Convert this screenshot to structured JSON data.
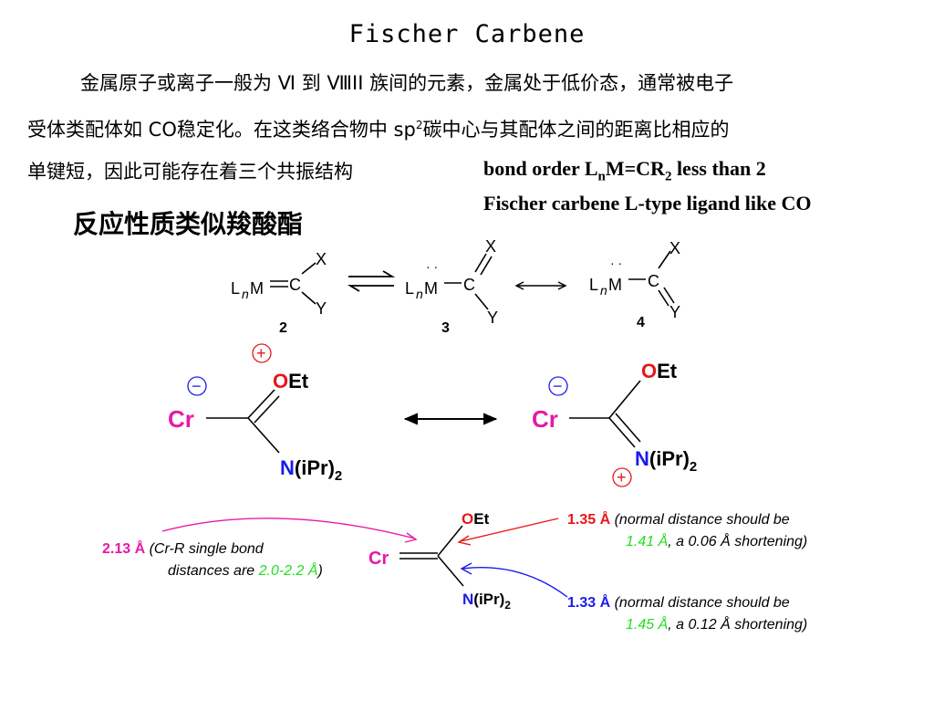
{
  "title": "Fischer Carbene",
  "paragraph": [
    "金属原子或离子一般为 Ⅵ 到 ⅧII 族间的元素，金属处于低价态，通常被电子",
    "受体类配体如 CO稳定化。在这类络合物中 sp",
    "碳中心与其配体之间的距离比相应的",
    "单键短，因此可能存在着三个共振结构"
  ],
  "sp_superscript": "2",
  "bond_order": {
    "line1_a": "bond order L",
    "line1_sub": "n",
    "line1_b": "M=CR",
    "line1_sub2": "2",
    "line1_c": " less than 2",
    "line2": "Fischer carbene L-type ligand like CO"
  },
  "heading": "反应性质类似羧酸酯",
  "resonance": {
    "ln_prefix": "L",
    "ln_sub": "n",
    "metal": "M",
    "carbon": "C",
    "x": "X",
    "y": "Y",
    "dots": "· ·",
    "labels": [
      "2",
      "3",
      "4"
    ]
  },
  "chromium": {
    "cr": "Cr",
    "o": "O",
    "et": "Et",
    "n": "N",
    "ipr": "(iPr)",
    "sub2": "2",
    "plus": "+",
    "minus": "−"
  },
  "annotations": {
    "cr_dist": "2.13 Å",
    "cr_note_a": "(Cr-R single bond",
    "cr_note_b": "distances are ",
    "cr_note_range": "2.0-2.2 Å",
    "cr_note_c": ")",
    "co_dist": "1.35 Å",
    "co_note_a": "(normal distance should be",
    "co_normal": "1.41 Å",
    "co_note_b": ", a 0.06 Å shortening)",
    "cn_dist": "1.33 Å",
    "cn_note_a": "(normal distance should be",
    "cn_normal": "1.45 Å",
    "cn_note_b": ", a 0.12 Å shortening)"
  },
  "colors": {
    "oxygen": "#e8161a",
    "nitrogen": "#1a1aee",
    "chromium": "#e61aa6",
    "charge": "#e8161a",
    "green": "#22dd22"
  }
}
